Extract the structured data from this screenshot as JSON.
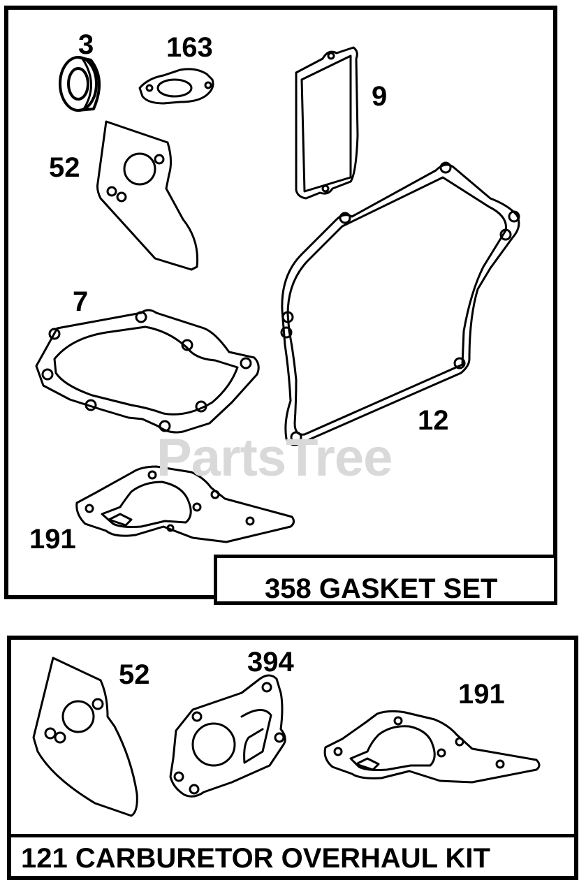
{
  "gasket_set": {
    "label": "358 GASKET SET",
    "callouts": [
      {
        "id": "3",
        "text": "3"
      },
      {
        "id": "163",
        "text": "163"
      },
      {
        "id": "9",
        "text": "9"
      },
      {
        "id": "52",
        "text": "52"
      },
      {
        "id": "7",
        "text": "7"
      },
      {
        "id": "12",
        "text": "12"
      },
      {
        "id": "191",
        "text": "191"
      }
    ]
  },
  "carburetor_kit": {
    "label": "121 CARBURETOR OVERHAUL KIT",
    "callouts": [
      {
        "id": "52",
        "text": "52"
      },
      {
        "id": "394",
        "text": "394"
      },
      {
        "id": "191",
        "text": "191"
      }
    ]
  },
  "watermark": "PartsTree"
}
